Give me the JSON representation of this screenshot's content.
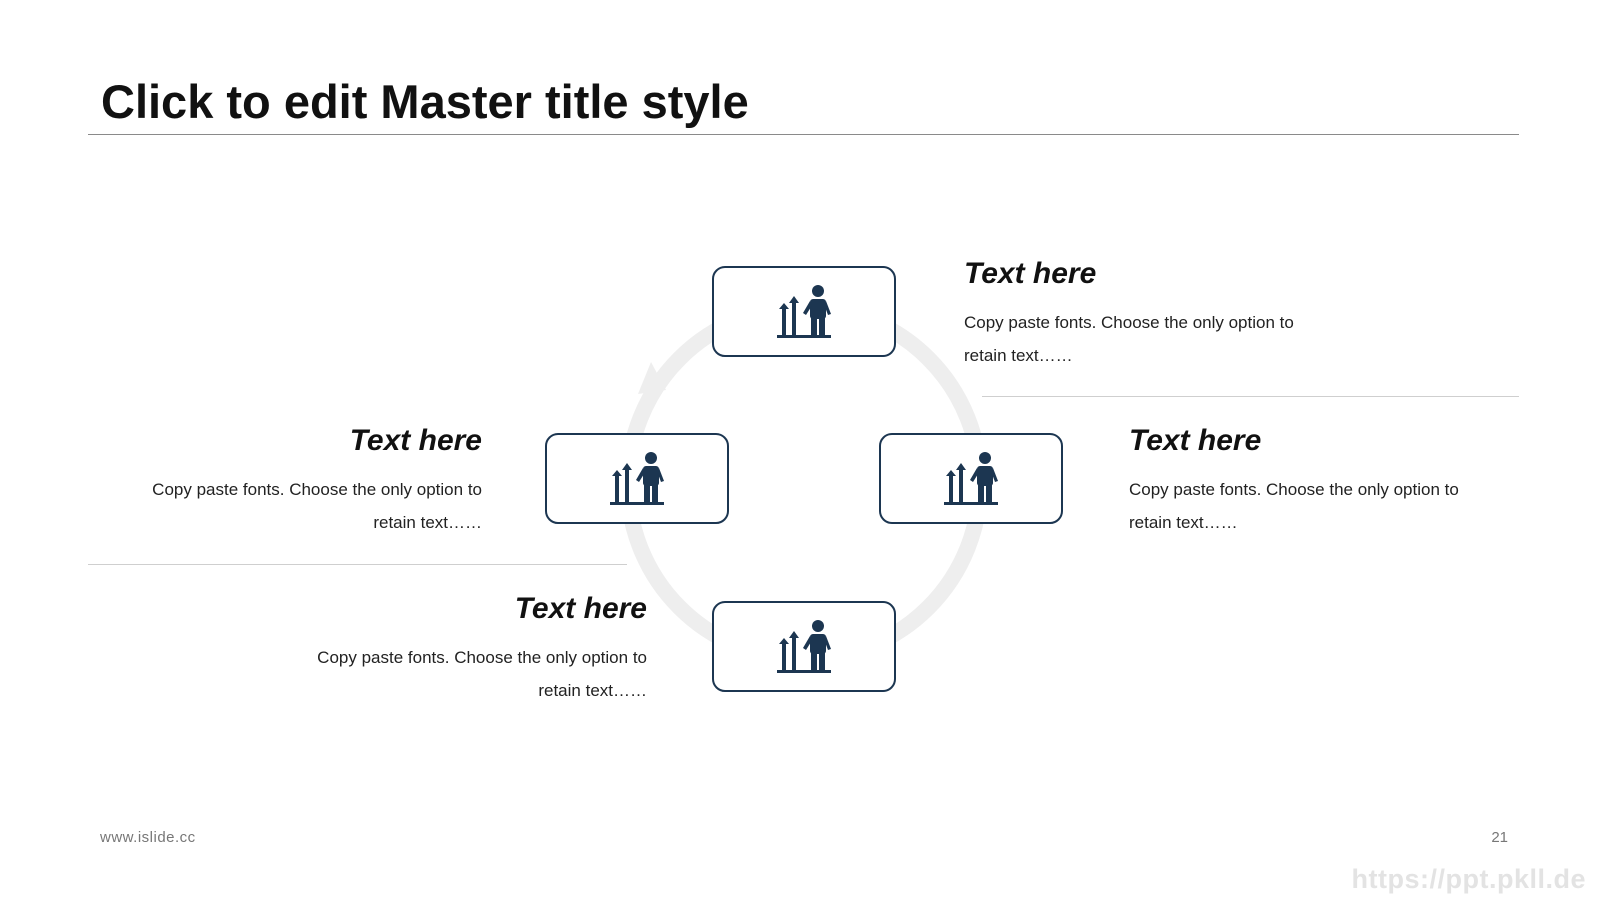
{
  "slide": {
    "title": "Click to edit Master title style",
    "items": [
      {
        "heading": "Text here",
        "body": "Copy paste fonts. Choose the only option to retain text……"
      },
      {
        "heading": "Text here",
        "body": "Copy paste fonts. Choose the only option to retain text……"
      },
      {
        "heading": "Text here",
        "body": "Copy paste fonts. Choose the only option to retain text……"
      },
      {
        "heading": "Text here",
        "body": "Copy paste fonts. Choose the only option to retain text……"
      }
    ],
    "node_icon": "person-growth-chart-icon",
    "footer_url": "www.islide.cc",
    "page_number": "21",
    "watermark": "https://ppt.pkll.de"
  },
  "colors": {
    "accent": "#1c3651",
    "cycle_ring": "#eeeeee",
    "title_text": "#111111",
    "body_text": "#222222"
  }
}
